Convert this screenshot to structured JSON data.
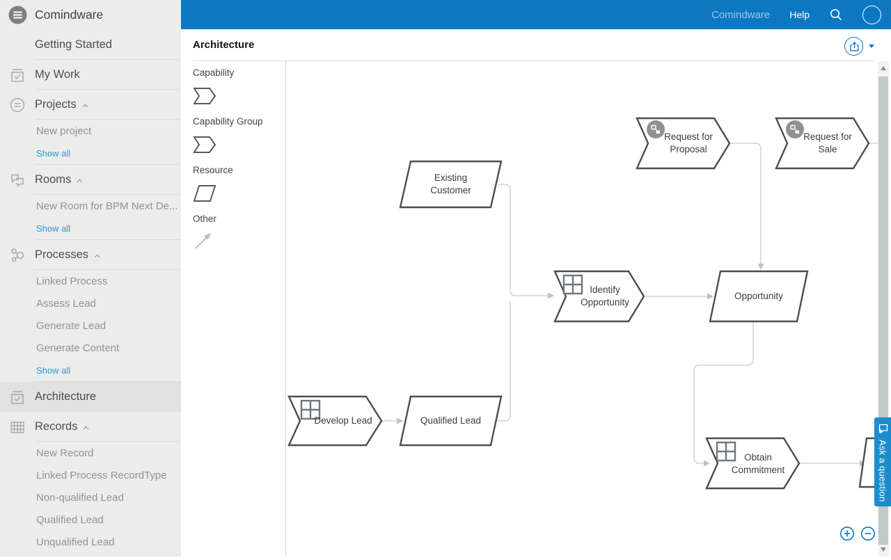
{
  "topbar": {
    "brand": "Comindware",
    "help": "Help"
  },
  "sidebar": {
    "logo": "Comindware",
    "getting_started": "Getting Started",
    "my_work": "My Work",
    "projects": "Projects",
    "new_project": "New project",
    "projects_show_all": "Show all",
    "rooms": "Rooms",
    "new_room": "New Room for BPM Next De...",
    "rooms_show_all": "Show all",
    "processes": "Processes",
    "linked_process": "Linked Process",
    "assess_lead": "Assess Lead",
    "generate_lead": "Generate Lead",
    "generate_content": "Generate Content",
    "processes_show_all": "Show all",
    "architecture": "Architecture",
    "records": "Records",
    "new_record": "New Record",
    "linked_process_recordtype": "Linked Process RecordType",
    "non_qualified_lead": "Non-qualified Lead",
    "qualified_lead": "Qualified Lead",
    "unqualified_lead": "Unqualified Lead"
  },
  "header": {
    "title": "Architecture"
  },
  "palette": {
    "capability": "Capability",
    "capability_group": "Capability Group",
    "resource": "Resource",
    "other": "Other"
  },
  "diagram": {
    "nodes": {
      "existing_customer": {
        "line1": "Existing",
        "line2": "Customer",
        "type": "resource"
      },
      "request_proposal": {
        "line1": "Request for",
        "line2": "Proposal",
        "type": "capability"
      },
      "request_sale": {
        "line1": "Request for",
        "line2": "Sale",
        "type": "capability"
      },
      "identify_opportunity": {
        "line1": "Identify",
        "line2": "Opportunity",
        "type": "capability"
      },
      "opportunity": {
        "line1": "Opportunity",
        "type": "resource"
      },
      "develop_lead": {
        "line1": "Develop Lead",
        "type": "capability"
      },
      "qualified_lead": {
        "line1": "Qualified Lead",
        "type": "resource"
      },
      "obtain_commitment": {
        "line1": "Obtain",
        "line2": "Commitment",
        "type": "capability"
      }
    },
    "edges": [
      {
        "from": "existing_customer",
        "to": "identify_opportunity"
      },
      {
        "from": "qualified_lead",
        "to": "identify_opportunity"
      },
      {
        "from": "identify_opportunity",
        "to": "opportunity"
      },
      {
        "from": "request_proposal",
        "to": "opportunity"
      },
      {
        "from": "opportunity",
        "to": "obtain_commitment"
      },
      {
        "from": "develop_lead",
        "to": "qualified_lead"
      },
      {
        "from": "obtain_commitment",
        "to": "offscreen_right"
      },
      {
        "from": "request_sale",
        "to": "offscreen_right"
      }
    ]
  },
  "ask_tab": {
    "label": "Ask a question"
  },
  "colors": {
    "topbar_blue": "#0d78c1",
    "accent_blue": "#1178be",
    "link_blue": "#2d9ad2",
    "ask_blue": "#1d8ccd",
    "sidebar_bg": "#ececec",
    "selected_row": "#e1e1e1",
    "shape_stroke": "#4a4d52",
    "connector_gray": "#d2d2d2"
  }
}
